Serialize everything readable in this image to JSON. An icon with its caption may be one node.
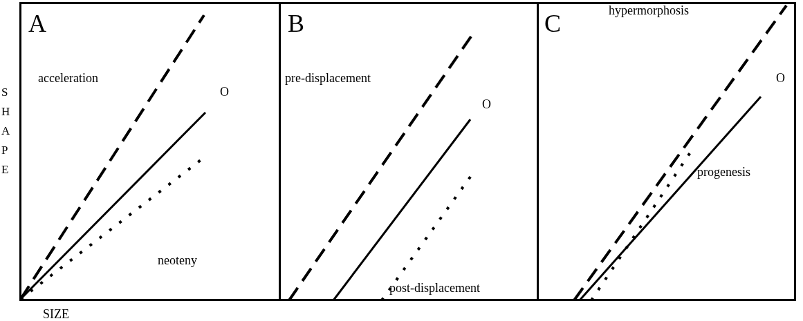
{
  "diagram": {
    "nodes": [
      {
        "text": [
          "A"
        ]
      },
      {
        "text": [
          "B"
        ]
      },
      {
        "text": [
          "C"
        ]
      }
    ],
    "labels": [
      "acceleration",
      "O",
      "neoteny",
      "pre-displacement",
      "O",
      "post-displacement",
      "hypermorphosis",
      "O",
      "progenesis",
      "SHAPE",
      "SIZE"
    ]
  }
}
